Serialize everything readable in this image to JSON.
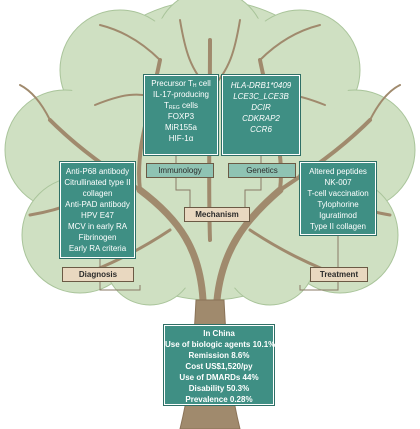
{
  "immunology_box": {
    "lines": [
      {
        "t": "Precursor T",
        "sub": "H",
        "after": " cell"
      },
      {
        "t": "IL-17-producing"
      },
      {
        "t": "T",
        "sub": "REG",
        "after": " cells"
      },
      {
        "t": "FOXP3"
      },
      {
        "t": "MiR155a"
      },
      {
        "t": "HIF-1α"
      }
    ]
  },
  "genetics_box": {
    "lines": [
      "HLA-DRB1*0409",
      "LCE3C_LCE3B",
      "DCIR",
      "CDKRAP2",
      "CCR6"
    ]
  },
  "diagnosis_box": {
    "lines": [
      "Anti-P68 antibody",
      "Citrullinated type II",
      "collagen",
      "Anti-PAD antibody",
      "HPV E47",
      "MCV in early RA",
      "Fibrinogen",
      "Early RA criteria"
    ]
  },
  "treatment_box": {
    "lines": [
      "Altered peptides",
      "NK-007",
      "T-cell vaccination",
      "Tylophorine",
      "Iguratimod",
      "Type II collagen"
    ]
  },
  "china_box": {
    "lines": [
      "In China",
      "Use of biologic agents 10.1%",
      "Remission 8.6%",
      "Cost US$1,520/py",
      "Use of DMARDs 44%",
      "Disability 50.3%",
      "Prevalence 0.28%"
    ]
  },
  "labels": {
    "immunology": "Immunology",
    "genetics": "Genetics",
    "mechanism": "Mechanism",
    "diagnosis": "Diagnosis",
    "treatment": "Treatment"
  },
  "colors": {
    "box": "#3f8f84",
    "foliage": "#cfe0c2",
    "trunk": "#a08a6d",
    "label_green": "#8fc3b3",
    "label_tan": "#e9d8c0"
  }
}
